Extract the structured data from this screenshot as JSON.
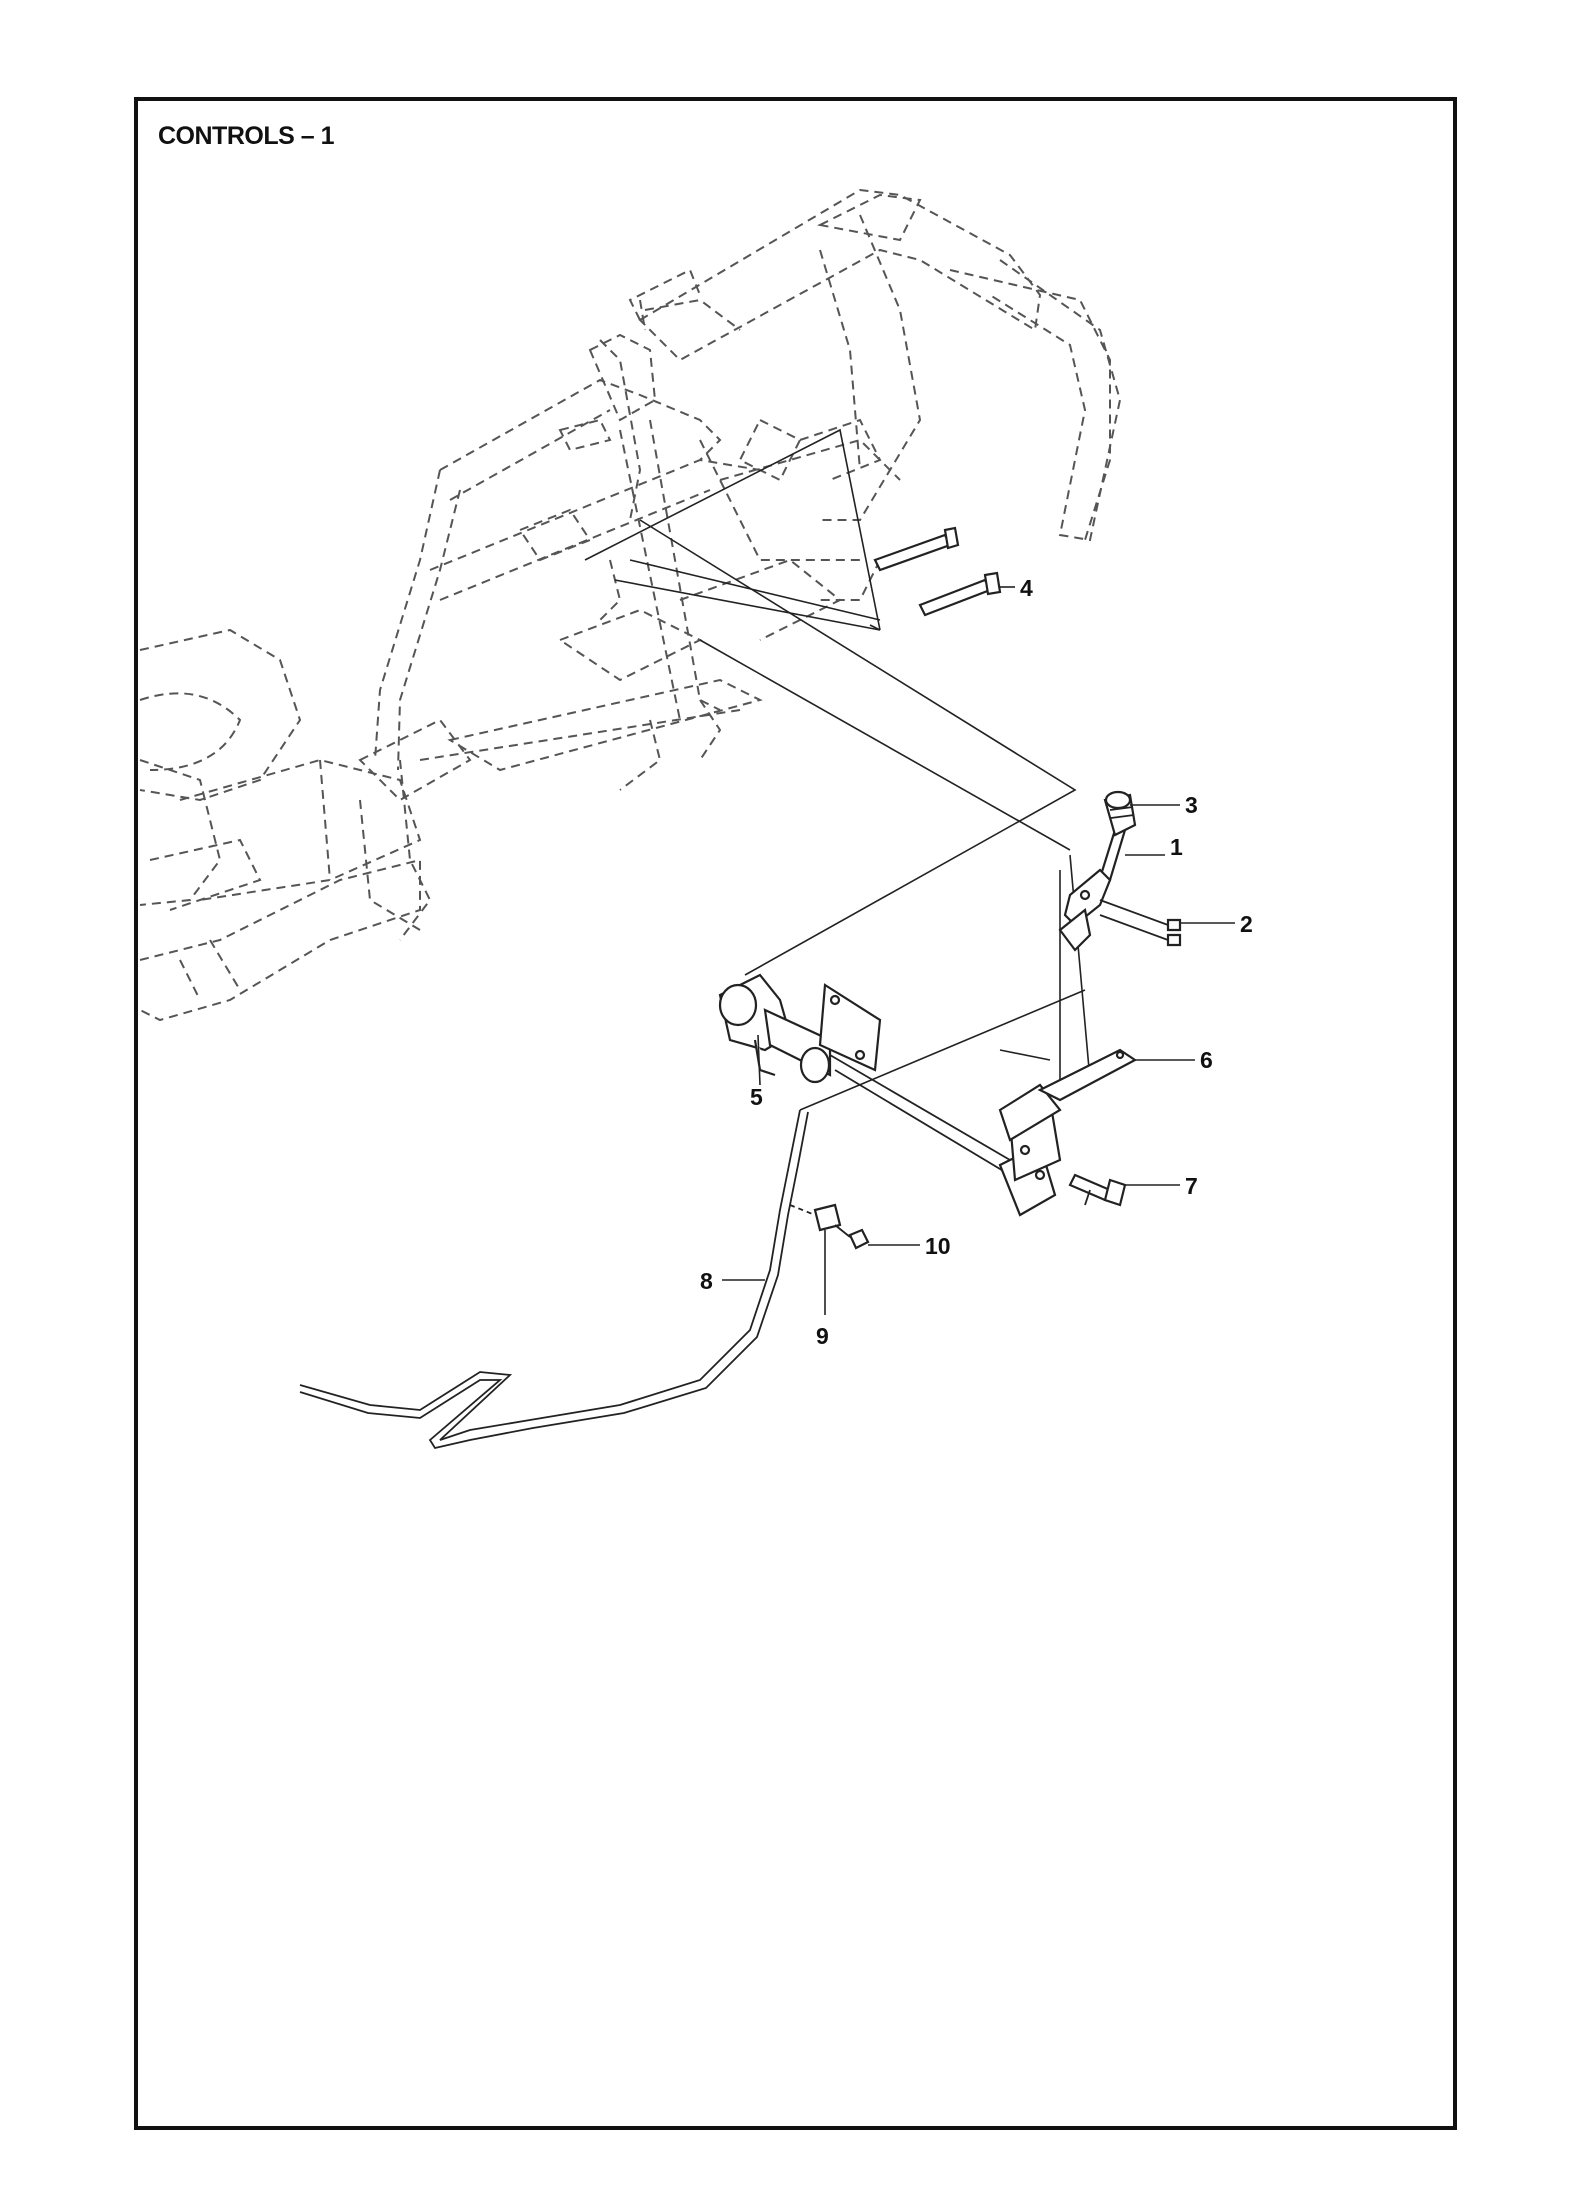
{
  "title": "CONTROLS – 1",
  "callouts": [
    {
      "id": "1",
      "label": "1"
    },
    {
      "id": "2",
      "label": "2"
    },
    {
      "id": "3",
      "label": "3"
    },
    {
      "id": "4",
      "label": "4"
    },
    {
      "id": "5",
      "label": "5"
    },
    {
      "id": "6",
      "label": "6"
    },
    {
      "id": "7",
      "label": "7"
    },
    {
      "id": "8",
      "label": "8"
    },
    {
      "id": "9",
      "label": "9"
    },
    {
      "id": "10",
      "label": "10"
    }
  ],
  "colors": {
    "line": "#222222",
    "frame_dashed": "#555555",
    "background": "#ffffff"
  }
}
